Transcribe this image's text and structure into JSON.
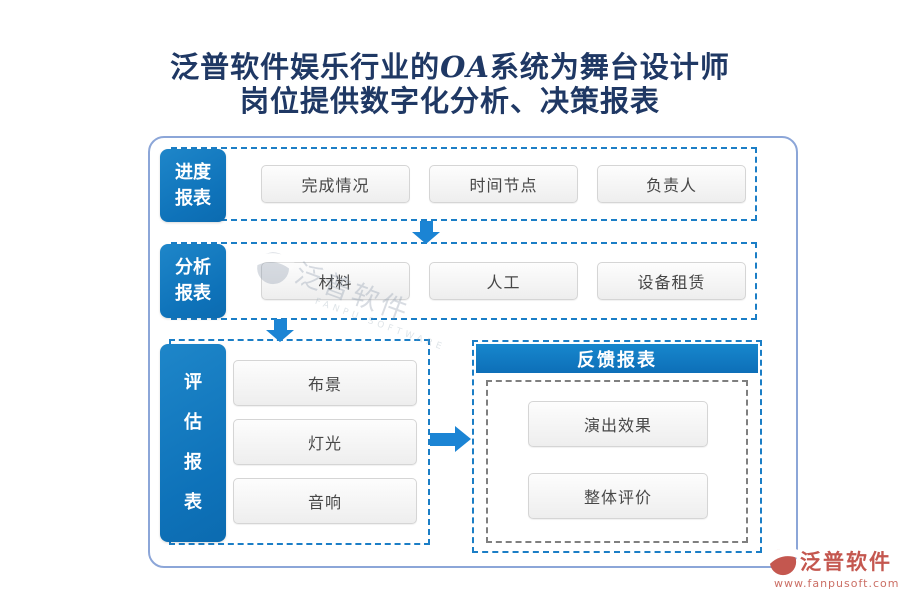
{
  "title": {
    "line1_prefix": "泛普软件娱乐行业的",
    "line1_oa": "OA",
    "line1_suffix": "系统为舞台设计师",
    "line2": "岗位提供数字化分析、决策报表"
  },
  "sections": {
    "progress": {
      "label": "进度报表",
      "items": [
        "完成情况",
        "时间节点",
        "负责人"
      ]
    },
    "analysis": {
      "label": "分析报表",
      "items": [
        "材料",
        "人工",
        "设备租赁"
      ]
    },
    "evaluation": {
      "label": "评估报表",
      "items": [
        "布景",
        "灯光",
        "音响"
      ]
    },
    "feedback": {
      "label": "反馈报表",
      "items": [
        "演出效果",
        "整体评价"
      ]
    }
  },
  "watermark": {
    "text": "泛普软件",
    "subtext": "FANPU SOFTWARE"
  },
  "logo": {
    "name": "泛普软件",
    "url": "www.fanpusoft.com"
  },
  "colors": {
    "accent_blue": "#1177BD",
    "dashed_blue": "#1B7EC6",
    "arrow_blue": "#1B84D4",
    "title_navy": "#1F3864",
    "logo_red": "#C4574F",
    "frame_border": "#8CA6D8",
    "button_bg": "#F2F2F2",
    "inner_dashed_gray": "#7F7F7F"
  }
}
